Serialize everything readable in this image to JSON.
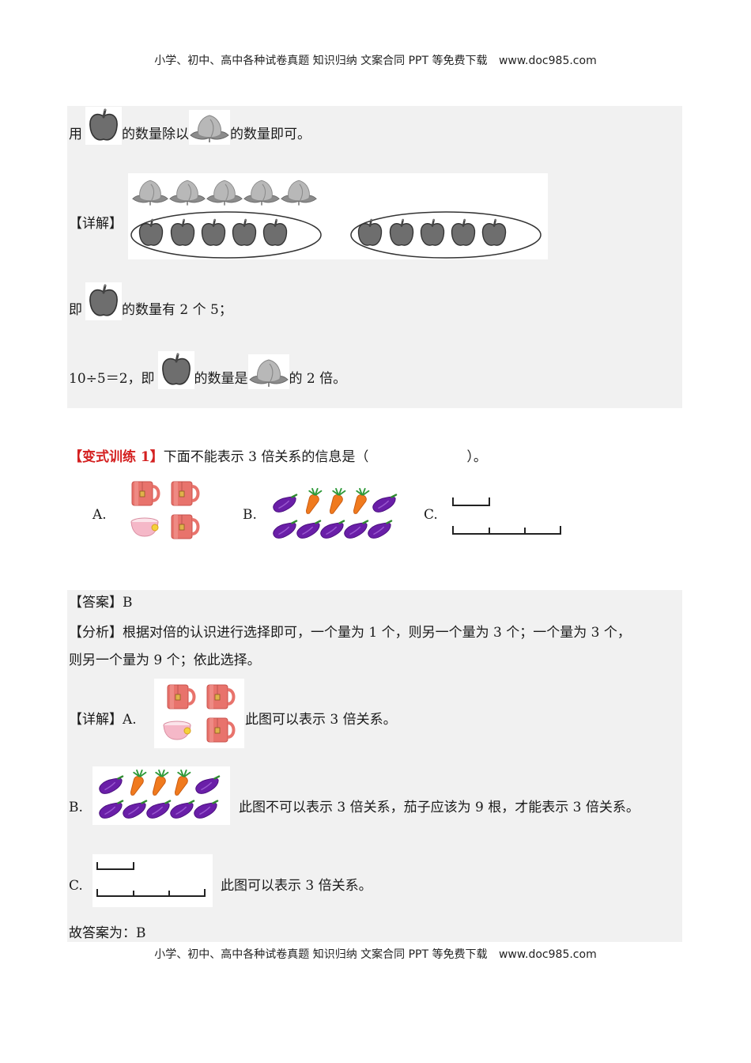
{
  "header": {
    "text": "小学、初中、高中各种试卷真题 知识归纳 文案合同 PPT 等免费下载",
    "url": "www.doc985.com"
  },
  "footer": {
    "text": "小学、初中、高中各种试卷真题 知识归纳 文案合同 PPT 等免费下载",
    "url": "www.doc985.com"
  },
  "section1": {
    "line1": {
      "pre": "用",
      "mid": "的数量除以",
      "post": "的数量即可。"
    },
    "detail_label": "【详解】",
    "figure": {
      "peaches": 5,
      "apples_group1": 5,
      "apples_group2": 5
    },
    "line2": {
      "pre": "即",
      "post": "的数量有 2 个 5；"
    },
    "line3": {
      "pre": "10÷5＝2，即",
      "mid": "的数量是",
      "post": "的 2 倍。"
    }
  },
  "question": {
    "tag": "【变式训练 1】",
    "text": "下面不能表示 3 倍关系的信息是（",
    "blank_close": "）。",
    "options": [
      {
        "label": "A.",
        "desc": "3 cups, 1 bowl"
      },
      {
        "label": "B.",
        "desc": "3 carrots, 7 eggplants"
      },
      {
        "label": "C.",
        "desc": "1 segment vs 3 segments"
      }
    ]
  },
  "answer": {
    "answer_line": "【答案】B",
    "analysis_line1": "【分析】根据对倍的认识进行选择即可，一个量为 1 个，则另一个量为 3 个；一个量为 3 个，",
    "analysis_line2": "则另一个量为 9 个；依此选择。",
    "detail_a_label": "【详解】A.",
    "detail_a_text": "此图可以表示 3 倍关系。",
    "detail_b_label": "B.",
    "detail_b_text": "此图不可以表示 3 倍关系，茄子应该为 9 根，才能表示 3 倍关系。",
    "detail_c_label": "C.",
    "detail_c_text": "此图可以表示 3 倍关系。",
    "conclusion": "故答案为：B"
  },
  "colors": {
    "gray_bg": "#f1f1f1",
    "accent_red": "#d42020",
    "mug": "#e8736c",
    "eggplant": "#6a1fa8",
    "carrot": "#f07a1e"
  }
}
